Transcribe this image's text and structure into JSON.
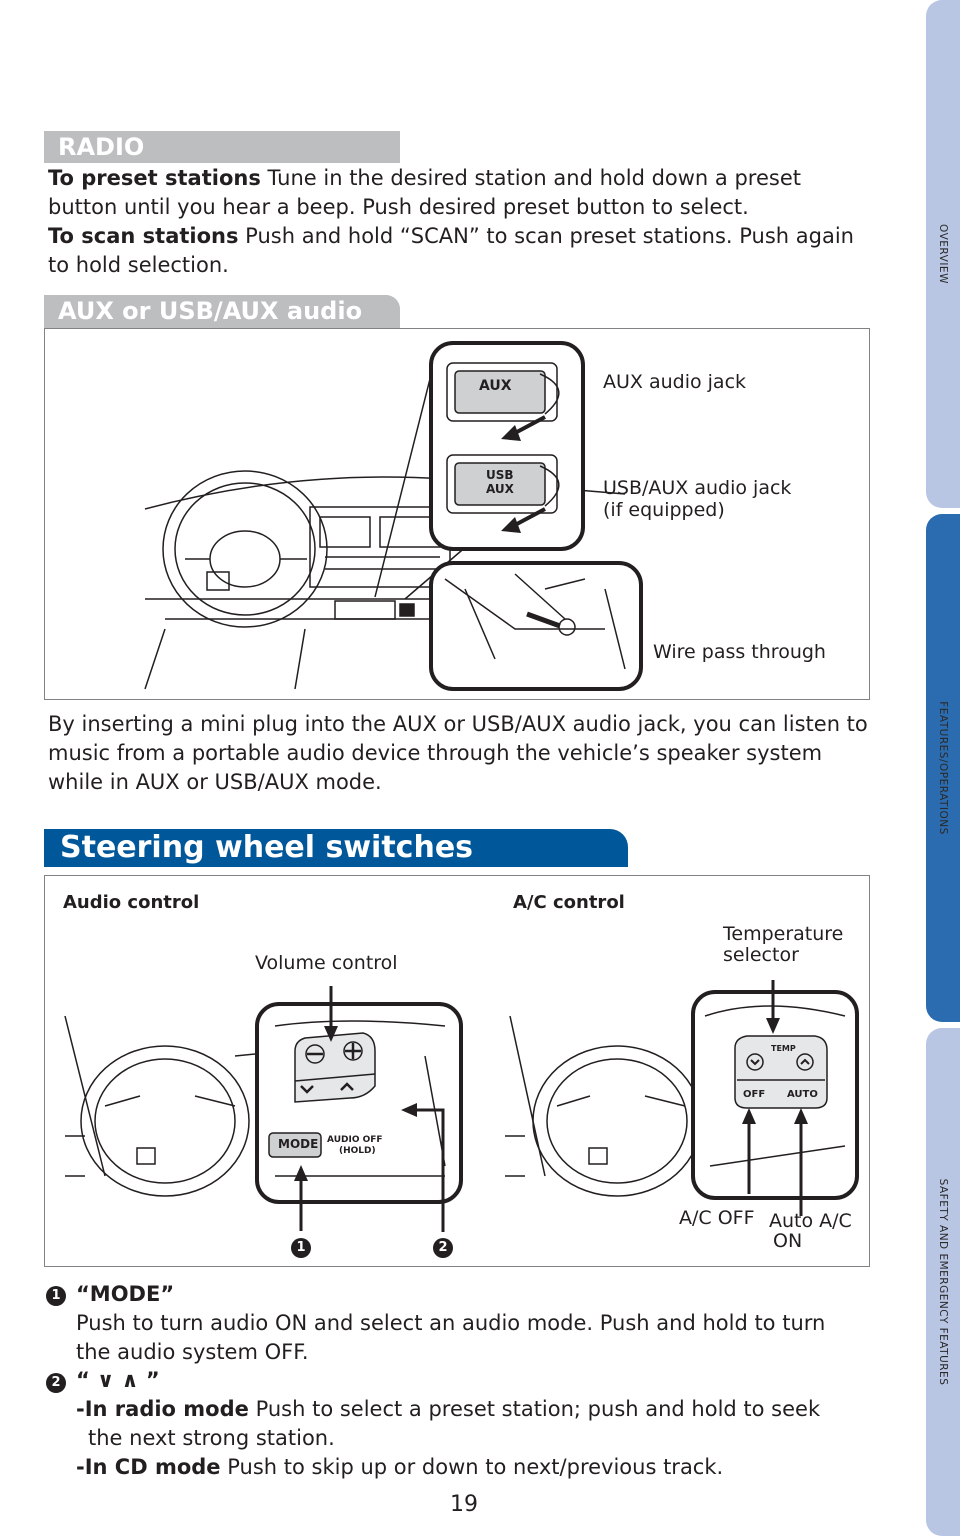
{
  "side_tabs": [
    {
      "label": "OVERVIEW",
      "color": "#b8c6e4"
    },
    {
      "label": "FEATURES/OPERATIONS",
      "color": "#2b6cb0"
    },
    {
      "label": "SAFETY AND EMERGENCY FEATURES",
      "color": "#b8c6e4"
    }
  ],
  "radio": {
    "header": "RADIO",
    "preset_term": "To preset stations",
    "preset_text": "Tune in the desired station and hold down a preset button until you hear a beep. Push desired preset button to select.",
    "scan_term": "To scan stations",
    "scan_text": "Push and hold “SCAN” to scan preset stations. Push again to hold selection."
  },
  "aux": {
    "header": "AUX or USB/AUX audio jack",
    "label_aux_jack": "AUX audio jack",
    "label_usb_jack_1": "USB/AUX audio jack",
    "label_usb_jack_2": "(if equipped)",
    "label_wire": "Wire pass through",
    "button_aux": "AUX",
    "button_usb_1": "USB",
    "button_usb_2": "AUX",
    "paragraph": "By inserting a mini plug into the AUX or USB/AUX audio jack, you can listen to music from a portable audio device through the vehicle’s speaker system while in AUX or USB/AUX mode."
  },
  "steering": {
    "header": "Steering wheel switches",
    "header_color": "#00579a",
    "audio_control": "Audio control",
    "ac_control": "A/C control",
    "volume_control": "Volume control",
    "temp_selector_1": "Temperature",
    "temp_selector_2": "selector",
    "ac_off": "A/C OFF",
    "auto_ac_1": "Auto A/C",
    "auto_ac_2": "ON",
    "btn_mode": "MODE",
    "btn_audio_off_1": "AUDIO OFF",
    "btn_audio_off_2": "(HOLD)",
    "btn_temp": "TEMP",
    "btn_off": "OFF",
    "btn_auto": "AUTO",
    "badge_1": "1",
    "badge_2": "2"
  },
  "items": [
    {
      "num": "1",
      "title": "“MODE”",
      "lines": [
        "Push to turn audio ON and select an audio mode. Push and hold to turn",
        "the audio system OFF."
      ]
    },
    {
      "num": "2",
      "title": "“ ∨ ∧ ”",
      "radio_term": "-In radio mode",
      "radio_text": "Push to select a preset station; push and hold to seek",
      "radio_text_2": "the next strong station.",
      "cd_term": "-In CD mode",
      "cd_text": "Push to skip up or down to next/previous track."
    }
  ],
  "page_number": "19"
}
